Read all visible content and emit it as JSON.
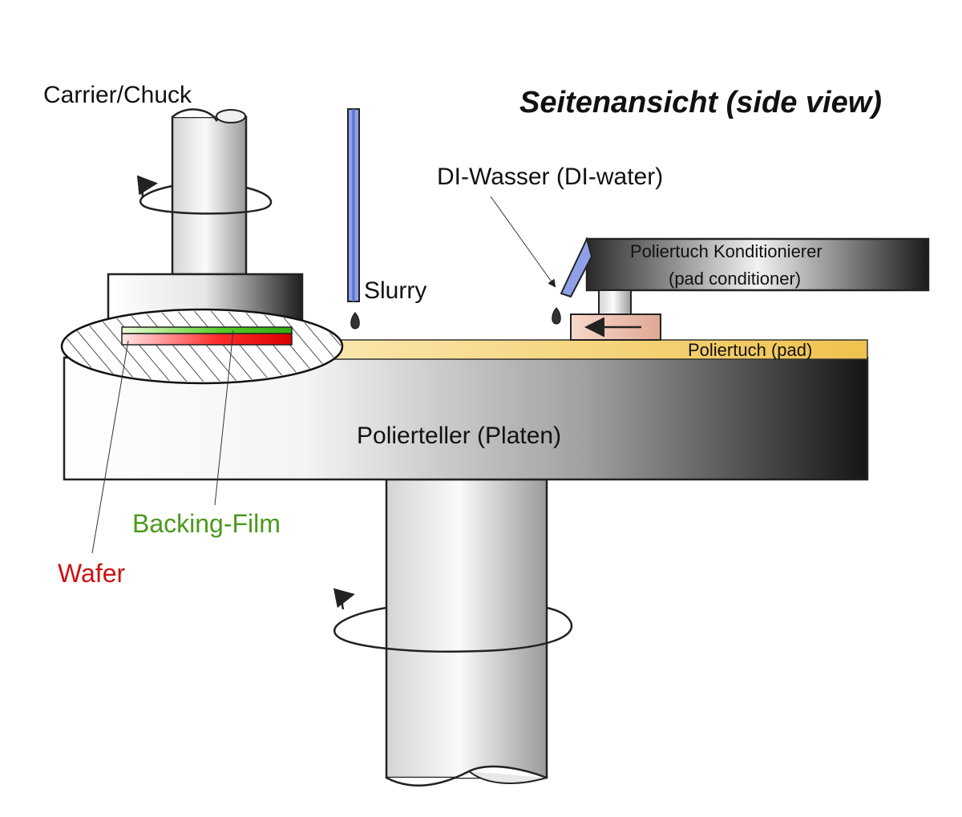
{
  "title": "Seitenansicht (side view)",
  "labels": {
    "carrier": "Carrier/Chuck",
    "slurry": "Slurry",
    "di_water": "DI-Wasser (DI-water)",
    "conditioner_line1": "Poliertuch Konditionierer",
    "conditioner_line2": "(pad conditioner)",
    "pad": "Poliertuch (pad)",
    "platen": "Polierteller (Platen)",
    "backing_film": "Backing-Film",
    "wafer": "Wafer"
  },
  "colors": {
    "wafer": "#cc1111",
    "backing_film": "#4a9a1a",
    "pad": "#f0c860",
    "slurry_tube": "#8fa0e8",
    "conditioner_pad": "#e8b8a8"
  },
  "icons": [
    "rotation-arrow-icon",
    "droplet-icon",
    "direction-arrow-icon",
    "hatch-pattern"
  ]
}
